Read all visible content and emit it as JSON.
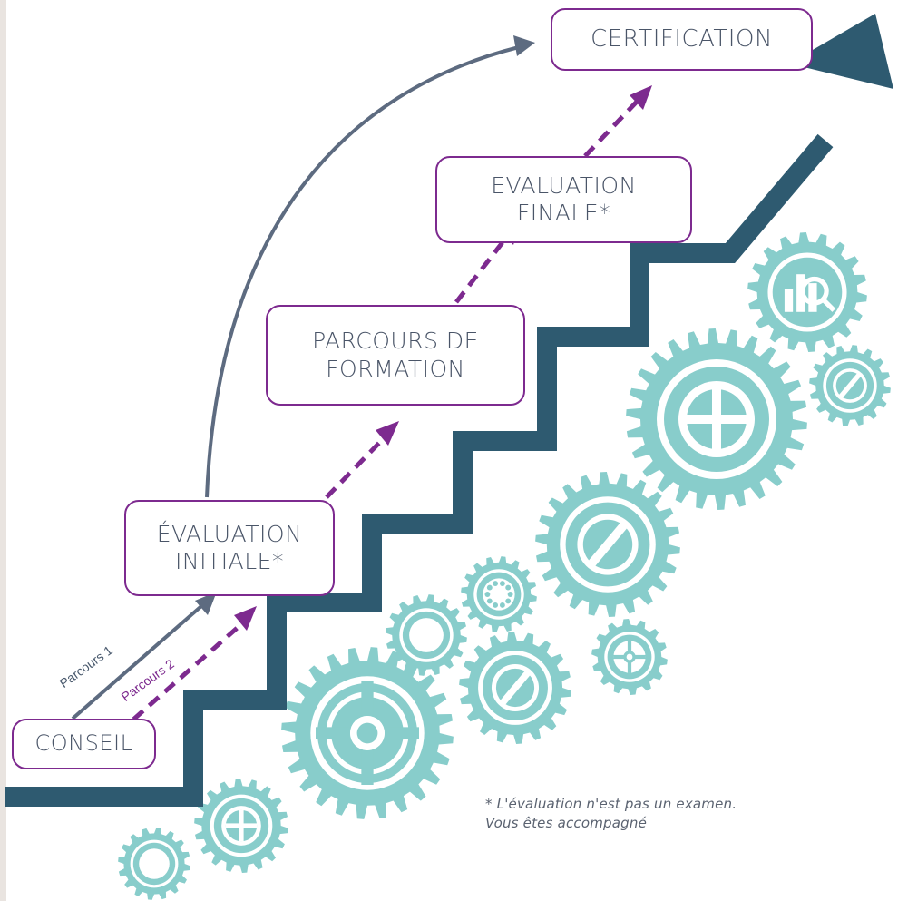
{
  "colors": {
    "stair": "#2e5a70",
    "arc": "#5d6b80",
    "dashed": "#7d2a8f",
    "gear": "#88cdcb",
    "box_border": "#7d2a8f",
    "box_text": "#4a5568"
  },
  "steps": {
    "conseil": "CONSEIL",
    "eval_init_line1": "ÉVALUATION",
    "eval_init_line2": "INITIALE*",
    "parcours_line1": "PARCOURS DE",
    "parcours_line2": "FORMATION",
    "eval_fin_line1": "EVALUATION",
    "eval_fin_line2": "FINALE*",
    "certification": "CERTIFICATION"
  },
  "paths": {
    "parcours1": "Parcours 1",
    "parcours2": "Parcours 2"
  },
  "footnote": {
    "line1": "* L'évaluation n'est pas un examen.",
    "line2": "Vous êtes accompagné"
  },
  "gears": {
    "icons": [
      "gear-icon",
      "plus-symbol-icon",
      "slash-symbol-icon",
      "bar-chart-magnifier-icon",
      "crosshair-icon"
    ]
  }
}
